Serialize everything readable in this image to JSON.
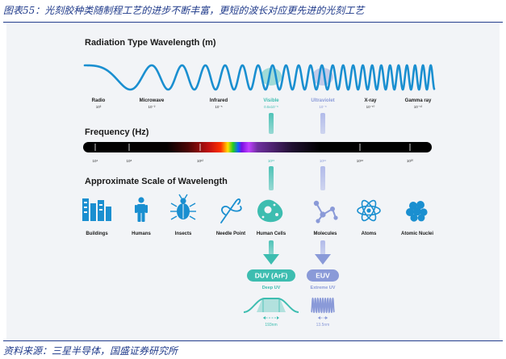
{
  "figure": {
    "title": "图表55：光刻胶种类随制程工艺的进步不断丰富，更短的波长对应更先进的光刻工艺",
    "source": "资料来源：三星半导体，国盛证券研究所"
  },
  "diagram": {
    "wavelength_title": "Radiation Type Wavelength (m)",
    "frequency_title": "Frequency (Hz)",
    "scale_title": "Approximate Scale of Wavelength",
    "bands": [
      {
        "name": "Radio",
        "wavelength": "10³"
      },
      {
        "name": "Microwave",
        "wavelength": "10⁻²"
      },
      {
        "name": "Infrared",
        "wavelength": "10⁻⁵"
      },
      {
        "name": "Visible",
        "wavelength": "0.5x10⁻⁶"
      },
      {
        "name": "Ultraviolet",
        "wavelength": "10⁻⁸"
      },
      {
        "name": "X-ray",
        "wavelength": "10⁻¹⁰"
      },
      {
        "name": "Gamma ray",
        "wavelength": "10⁻¹²"
      }
    ],
    "frequencies": [
      "10⁴",
      "10⁸",
      "10¹²",
      "10¹⁵",
      "10¹⁶",
      "10¹⁸",
      "10²⁰"
    ],
    "scale_items": [
      {
        "name": "Buildings",
        "icon": "buildings-icon"
      },
      {
        "name": "Humans",
        "icon": "human-icon"
      },
      {
        "name": "Insects",
        "icon": "insect-icon"
      },
      {
        "name": "Needle Point",
        "icon": "needle-icon"
      },
      {
        "name": "Human Cells",
        "icon": "cell-icon"
      },
      {
        "name": "Molecules",
        "icon": "molecule-icon"
      },
      {
        "name": "Atoms",
        "icon": "atom-icon"
      },
      {
        "name": "Atomic Nuclei",
        "icon": "nucleus-icon"
      }
    ],
    "duv": {
      "label": "DUV (ArF)",
      "sublabel": "Deep UV",
      "dimension": "193nm"
    },
    "euv": {
      "label": "EUV",
      "sublabel": "Extreme UV",
      "dimension": "13.5nm"
    },
    "colors": {
      "accent_teal": "#3dbdb0",
      "accent_lavender": "#8a9ad8",
      "wave": "#1a8fd0",
      "title_blue": "#1f3a8a"
    }
  }
}
